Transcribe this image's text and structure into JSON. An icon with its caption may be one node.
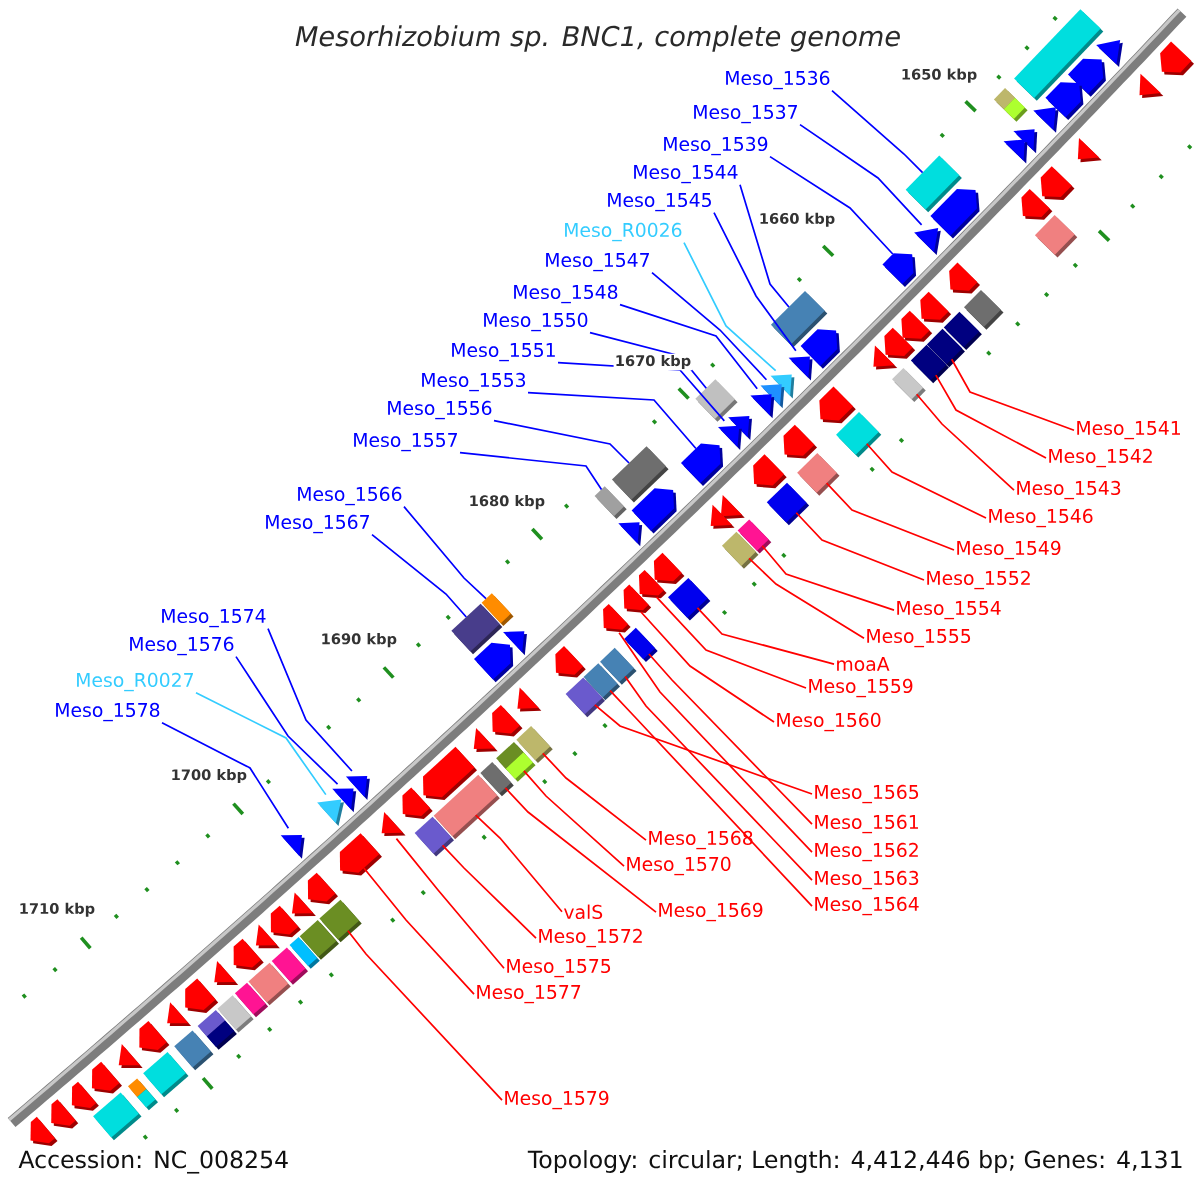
{
  "diagram": {
    "title": "Mesorhizobium sp. BNC1, complete genome",
    "nodes": [
      {
        "text": [
          "Meso_1536"
        ]
      },
      {
        "text": [
          "Meso_1537"
        ]
      },
      {
        "text": [
          "Meso_1539"
        ]
      },
      {
        "text": [
          "Meso_1544"
        ]
      },
      {
        "text": [
          "Meso_1545"
        ]
      },
      {
        "text": [
          "Meso_R0026"
        ]
      },
      {
        "text": [
          "Meso_1547"
        ]
      },
      {
        "text": [
          "Meso_1548"
        ]
      },
      {
        "text": [
          "Meso_1550"
        ]
      },
      {
        "text": [
          "Meso_1551"
        ]
      },
      {
        "text": [
          "Meso_1553"
        ]
      },
      {
        "text": [
          "Meso_1556"
        ]
      },
      {
        "text": [
          "Meso_1557"
        ]
      },
      {
        "text": [
          "Meso_1566"
        ]
      },
      {
        "text": [
          "Meso_1567"
        ]
      },
      {
        "text": [
          "Meso_1574"
        ]
      },
      {
        "text": [
          "Meso_1576"
        ]
      },
      {
        "text": [
          "Meso_R0027"
        ]
      },
      {
        "text": [
          "Meso_1578"
        ]
      },
      {
        "text": [
          "Meso_1541"
        ]
      },
      {
        "text": [
          "Meso_1542"
        ]
      },
      {
        "text": [
          "Meso_1543"
        ]
      },
      {
        "text": [
          "Meso_1546"
        ]
      },
      {
        "text": [
          "Meso_1549"
        ]
      },
      {
        "text": [
          "Meso_1552"
        ]
      },
      {
        "text": [
          "Meso_1554"
        ]
      },
      {
        "text": [
          "Meso_1555"
        ]
      },
      {
        "text": [
          "moaA"
        ]
      },
      {
        "text": [
          "Meso_1559"
        ]
      },
      {
        "text": [
          "Meso_1560"
        ]
      },
      {
        "text": [
          "Meso_1565"
        ]
      },
      {
        "text": [
          "Meso_1561"
        ]
      },
      {
        "text": [
          "Meso_1562"
        ]
      },
      {
        "text": [
          "Meso_1563"
        ]
      },
      {
        "text": [
          "Meso_1564"
        ]
      },
      {
        "text": [
          "Meso_1568"
        ]
      },
      {
        "text": [
          "Meso_1570"
        ]
      },
      {
        "text": [
          "Meso_1569"
        ]
      },
      {
        "text": [
          "valS"
        ]
      },
      {
        "text": [
          "Meso_1572"
        ]
      },
      {
        "text": [
          "Meso_1575"
        ]
      },
      {
        "text": [
          "Meso_1577"
        ]
      },
      {
        "text": [
          "Meso_1579"
        ]
      },
      {
        "text": [],
        "shape": "triangle"
      },
      {
        "text": [],
        "shape": "box"
      },
      {
        "text": [],
        "shape": "pentagon"
      },
      {
        "text": [],
        "shape": "pentagon"
      },
      {
        "text": [],
        "shape": "pentagon"
      },
      {
        "text": [],
        "shape": "triangle"
      },
      {
        "text": [],
        "shape": "box"
      },
      {
        "text": [],
        "shape": "box"
      },
      {
        "text": [],
        "shape": "triangle"
      },
      {
        "text": [],
        "shape": "triangle"
      },
      {
        "text": [],
        "shape": "triangle"
      },
      {
        "text": [],
        "shape": "triangle"
      },
      {
        "text": [],
        "shape": "box"
      },
      {
        "text": [],
        "shape": "pentagon"
      },
      {
        "text": [],
        "shape": "pentagon"
      },
      {
        "text": [],
        "shape": "pentagon"
      },
      {
        "text": [],
        "shape": "triangle"
      },
      {
        "text": [],
        "shape": "box"
      },
      {
        "text": [],
        "shape": "pentagon"
      },
      {
        "text": [],
        "shape": "pentagon"
      },
      {
        "text": [],
        "shape": "box"
      },
      {
        "text": [],
        "shape": "pentagon"
      },
      {
        "text": [],
        "shape": "box"
      },
      {
        "text": [],
        "shape": "box"
      },
      {
        "text": [],
        "shape": "pentagon"
      },
      {
        "text": [],
        "shape": "pentagon"
      },
      {
        "text": [],
        "shape": "pentagon"
      },
      {
        "text": [],
        "shape": "box"
      },
      {
        "text": [],
        "shape": "triangle"
      },
      {
        "text": [],
        "shape": "box"
      },
      {
        "text": [],
        "shape": "triangle"
      },
      {
        "text": [],
        "shape": "triangle"
      },
      {
        "text": [],
        "shape": "box"
      },
      {
        "text": [],
        "shape": "triangle"
      },
      {
        "text": [],
        "shape": "box"
      },
      {
        "text": [],
        "shape": "triangle"
      },
      {
        "text": [],
        "shape": "pentagon"
      },
      {
        "text": [],
        "shape": "triangle"
      },
      {
        "text": [],
        "shape": "triangle"
      },
      {
        "text": [],
        "shape": "box"
      },
      {
        "text": [],
        "shape": "pentagon"
      },
      {
        "text": [],
        "shape": "pentagon"
      },
      {
        "text": [],
        "shape": "box"
      },
      {
        "text": [],
        "shape": "pentagon"
      },
      {
        "text": [],
        "shape": "box"
      },
      {
        "text": [],
        "shape": "box"
      },
      {
        "text": [],
        "shape": "pentagon"
      },
      {
        "text": [],
        "shape": "box"
      },
      {
        "text": [],
        "shape": "triangle"
      },
      {
        "text": [],
        "shape": "triangle"
      },
      {
        "text": [],
        "shape": "triangle"
      },
      {
        "text": [],
        "shape": "box"
      },
      {
        "text": [],
        "shape": "box"
      },
      {
        "text": [],
        "shape": "pentagon"
      },
      {
        "text": [],
        "shape": "pentagon"
      },
      {
        "text": [],
        "shape": "box"
      },
      {
        "text": [],
        "shape": "pentagon"
      },
      {
        "text": [],
        "shape": "box"
      },
      {
        "text": [],
        "shape": "pentagon"
      },
      {
        "text": [],
        "shape": "box"
      },
      {
        "text": [],
        "shape": "triangle"
      },
      {
        "text": [],
        "shape": "box"
      },
      {
        "text": [],
        "shape": "pentagon"
      },
      {
        "text": [],
        "shape": "box"
      },
      {
        "text": [],
        "shape": "pentagon"
      },
      {
        "text": [],
        "shape": "box"
      },
      {
        "text": [],
        "shape": "box"
      },
      {
        "text": [],
        "shape": "triangle"
      },
      {
        "text": [],
        "shape": "pentagon"
      },
      {
        "text": [],
        "shape": "triangle"
      },
      {
        "text": [],
        "shape": "box"
      },
      {
        "text": [],
        "shape": "box"
      },
      {
        "text": [],
        "shape": "box"
      },
      {
        "text": [],
        "shape": "pentagon"
      },
      {
        "text": [],
        "shape": "box"
      },
      {
        "text": [],
        "shape": "triangle"
      },
      {
        "text": [],
        "shape": "triangle"
      },
      {
        "text": [],
        "shape": "triangle"
      },
      {
        "text": [],
        "shape": "pentagon"
      },
      {
        "text": [],
        "shape": "box"
      },
      {
        "text": [],
        "shape": "triangle"
      },
      {
        "text": [],
        "shape": "box"
      },
      {
        "text": [],
        "shape": "triangle"
      },
      {
        "text": [],
        "shape": "pentagon"
      },
      {
        "text": [],
        "shape": "pentagon"
      },
      {
        "text": [],
        "shape": "triangle"
      },
      {
        "text": [],
        "shape": "box"
      },
      {
        "text": [],
        "shape": "pentagon"
      },
      {
        "text": [],
        "shape": "box"
      },
      {
        "text": [],
        "shape": "triangle"
      },
      {
        "text": [],
        "shape": "box"
      },
      {
        "text": [],
        "shape": "pentagon"
      },
      {
        "text": [],
        "shape": "box"
      },
      {
        "text": [],
        "shape": "triangle"
      },
      {
        "text": [],
        "shape": "box"
      },
      {
        "text": [],
        "shape": "pentagon"
      },
      {
        "text": [],
        "shape": "box"
      },
      {
        "text": [],
        "shape": "box"
      },
      {
        "text": [],
        "shape": "triangle"
      },
      {
        "text": [],
        "shape": "box"
      },
      {
        "text": [],
        "shape": "box"
      },
      {
        "text": [],
        "shape": "pentagon"
      },
      {
        "text": [],
        "shape": "box"
      },
      {
        "text": [],
        "shape": "triangle"
      },
      {
        "text": [],
        "shape": "box"
      },
      {
        "text": [],
        "shape": "pentagon"
      },
      {
        "text": [],
        "shape": "box"
      },
      {
        "text": [],
        "shape": "box"
      },
      {
        "text": [],
        "shape": "pentagon"
      },
      {
        "text": [],
        "shape": "pentagon"
      },
      {
        "text": [],
        "shape": "box"
      },
      {
        "text": [],
        "shape": "pentagon"
      }
    ],
    "edges": [
      {
        "from": 0,
        "to": 55,
        "arrow": "none",
        "color": "#0000ff"
      },
      {
        "from": 1,
        "to": 59,
        "arrow": "none",
        "color": "#0000ff"
      },
      {
        "from": 2,
        "to": 61,
        "arrow": "none",
        "color": "#0000ff"
      },
      {
        "from": 3,
        "to": 65,
        "arrow": "none",
        "color": "#0000ff"
      },
      {
        "from": 4,
        "to": 73,
        "arrow": "none",
        "color": "#0000ff"
      },
      {
        "from": 5,
        "to": 74,
        "arrow": "none",
        "color": "#33ccff"
      },
      {
        "from": 6,
        "to": 76,
        "arrow": "none",
        "color": "#0000ff"
      },
      {
        "from": 7,
        "to": 78,
        "arrow": "none",
        "color": "#0000ff"
      },
      {
        "from": 8,
        "to": 77,
        "arrow": "none",
        "color": "#0000ff"
      },
      {
        "from": 9,
        "to": 81,
        "arrow": "none",
        "color": "#0000ff"
      },
      {
        "from": 10,
        "to": 84,
        "arrow": "none",
        "color": "#0000ff"
      },
      {
        "from": 11,
        "to": 85,
        "arrow": "none",
        "color": "#0000ff"
      },
      {
        "from": 12,
        "to": 88,
        "arrow": "none",
        "color": "#0000ff"
      },
      {
        "from": 13,
        "to": 100,
        "arrow": "none",
        "color": "#0000ff"
      },
      {
        "from": 14,
        "to": 102,
        "arrow": "none",
        "color": "#0000ff"
      },
      {
        "from": 15,
        "to": 118,
        "arrow": "none",
        "color": "#0000ff"
      },
      {
        "from": 16,
        "to": 119,
        "arrow": "none",
        "color": "#0000ff"
      },
      {
        "from": 17,
        "to": 120,
        "arrow": "none",
        "color": "#33ccff"
      },
      {
        "from": 18,
        "to": 125,
        "arrow": "none",
        "color": "#0000ff"
      },
      {
        "from": 19,
        "to": 70,
        "arrow": "none"
      },
      {
        "from": 20,
        "to": 72,
        "arrow": "none"
      },
      {
        "from": 21,
        "to": 75,
        "arrow": "none"
      },
      {
        "from": 22,
        "to": 82,
        "arrow": "none"
      },
      {
        "from": 23,
        "to": 87,
        "arrow": "none"
      },
      {
        "from": 24,
        "to": 90,
        "arrow": "none"
      },
      {
        "from": 25,
        "to": 94,
        "arrow": "none"
      },
      {
        "from": 26,
        "to": 95,
        "arrow": "none"
      },
      {
        "from": 27,
        "to": 98,
        "arrow": "none"
      },
      {
        "from": 28,
        "to": 97,
        "arrow": "none"
      },
      {
        "from": 29,
        "to": 99,
        "arrow": "none"
      },
      {
        "from": 30,
        "to": 109,
        "arrow": "none"
      },
      {
        "from": 31,
        "to": 104,
        "arrow": "none"
      },
      {
        "from": 32,
        "to": 101,
        "arrow": "none"
      },
      {
        "from": 33,
        "to": 106,
        "arrow": "none"
      },
      {
        "from": 34,
        "to": 108,
        "arrow": "none"
      },
      {
        "from": 35,
        "to": 113,
        "arrow": "none"
      },
      {
        "from": 36,
        "to": 115,
        "arrow": "none"
      },
      {
        "from": 37,
        "to": 117,
        "arrow": "none"
      },
      {
        "from": 38,
        "to": 122,
        "arrow": "none"
      },
      {
        "from": 39,
        "to": 124,
        "arrow": "none"
      },
      {
        "from": 40,
        "to": 123,
        "arrow": "none"
      },
      {
        "from": 41,
        "to": 126,
        "arrow": "none"
      },
      {
        "from": 42,
        "to": 129,
        "arrow": "none"
      }
    ],
    "labels": [
      "1650 kbp",
      "1660 kbp",
      "1670 kbp",
      "1680 kbp",
      "1690 kbp",
      "1700 kbp",
      "1710 kbp",
      "Accession: NC_008254",
      "Topology: circular; Length: 4,412,446 bp; Genes: 4,131"
    ]
  }
}
